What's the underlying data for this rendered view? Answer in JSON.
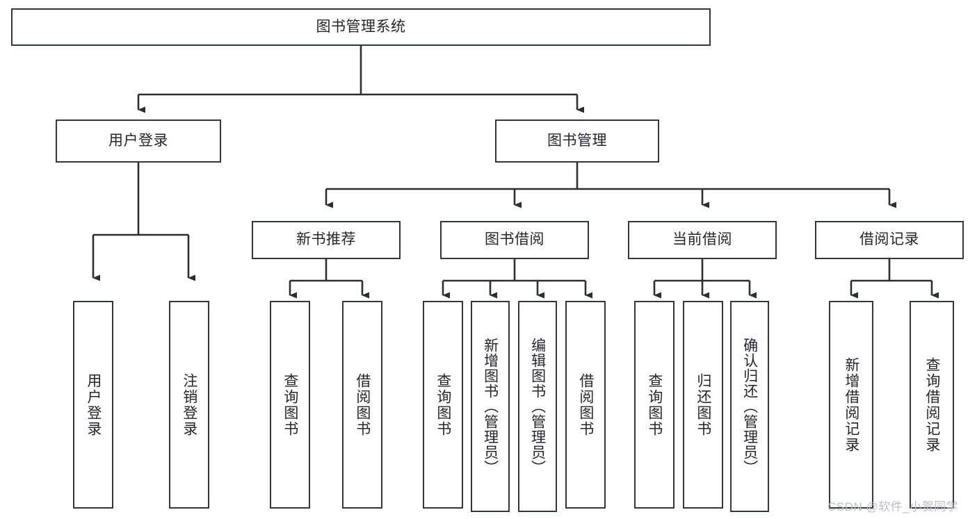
{
  "diagram": {
    "type": "tree-hierarchy-chart",
    "title": "图书管理系统",
    "background_color": "#ffffff",
    "border_color": "#32373b",
    "text_color": "#23272b",
    "connector_color": "#2b2f33"
  },
  "nodes": {
    "root": {
      "label": "图书管理系统",
      "level": 0
    },
    "level1": [
      {
        "id": "user-login",
        "label": "用户登录"
      },
      {
        "id": "book-manage",
        "label": "图书管理"
      }
    ],
    "level2": [
      {
        "id": "new-book-recommend",
        "label": "新书推荐",
        "parent": "book-manage"
      },
      {
        "id": "book-borrow",
        "label": "图书借阅",
        "parent": "book-manage"
      },
      {
        "id": "current-borrow",
        "label": "当前借阅",
        "parent": "book-manage"
      },
      {
        "id": "borrow-record",
        "label": "借阅记录",
        "parent": "book-manage"
      }
    ],
    "leaves": [
      {
        "id": "leaf-user-login",
        "label": "用户登录",
        "parent": "user-login"
      },
      {
        "id": "leaf-logout",
        "label": "注销登录",
        "parent": "user-login"
      },
      {
        "id": "leaf-query-book-1",
        "label": "查询图书",
        "parent": "new-book-recommend"
      },
      {
        "id": "leaf-borrow-book-1",
        "label": "借阅图书",
        "parent": "new-book-recommend"
      },
      {
        "id": "leaf-query-book-2",
        "label": "查询图书",
        "parent": "book-borrow"
      },
      {
        "id": "leaf-add-book",
        "label": "新增图书（管理员）",
        "parent": "book-borrow"
      },
      {
        "id": "leaf-edit-book",
        "label": "编辑图书（管理员）",
        "parent": "book-borrow"
      },
      {
        "id": "leaf-borrow-book-2",
        "label": "借阅图书",
        "parent": "book-borrow"
      },
      {
        "id": "leaf-query-book-3",
        "label": "查询图书",
        "parent": "current-borrow"
      },
      {
        "id": "leaf-return-book",
        "label": "归还图书",
        "parent": "current-borrow"
      },
      {
        "id": "leaf-confirm-return",
        "label": "确认归还（管理员）",
        "parent": "current-borrow"
      },
      {
        "id": "leaf-add-record",
        "label": "新增借阅记录",
        "parent": "borrow-record"
      },
      {
        "id": "leaf-query-record",
        "label": "查询借阅记录",
        "parent": "borrow-record"
      }
    ]
  },
  "watermark": {
    "text": "CSDN @软件_小贺同学"
  }
}
